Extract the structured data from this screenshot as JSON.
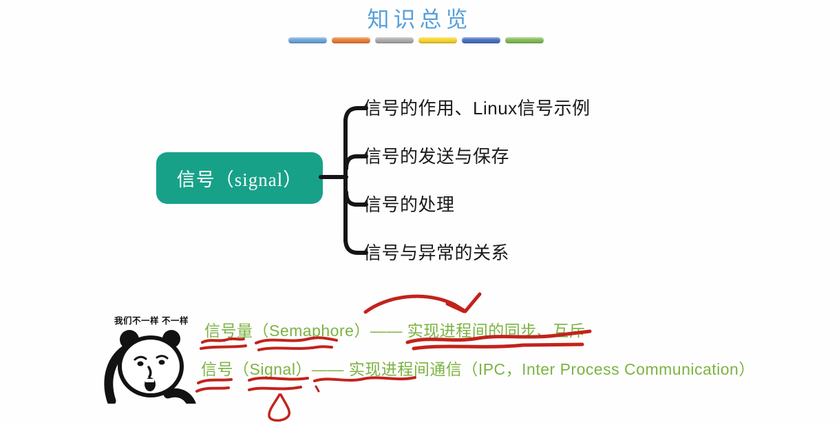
{
  "title": "知识总览",
  "colors": {
    "title": "#57a0da",
    "connector": "#151515",
    "text_dark": "#1a1a1a",
    "root_bg": "#18a189",
    "root_text": "#ffffff",
    "note": "#7cb342",
    "annotation": "#c2231c",
    "ink": "#121212"
  },
  "divider_bars": [
    "#6ea6d8",
    "#e87e38",
    "#ababab",
    "#f6d32b",
    "#4a72c0",
    "#84bc58"
  ],
  "mindmap": {
    "root": "信号（signal）",
    "branches": [
      "信号的作用、Linux信号示例",
      "信号的发送与保存",
      "信号的处理",
      "信号与异常的关系"
    ]
  },
  "meme": {
    "caption": "我们不一样 不一样"
  },
  "notes": [
    "信号量（Semaphore）—— 实现进程间的同步、互斥",
    "信号（Signal）—— 实现进程间通信（IPC，Inter Process Communication）"
  ]
}
